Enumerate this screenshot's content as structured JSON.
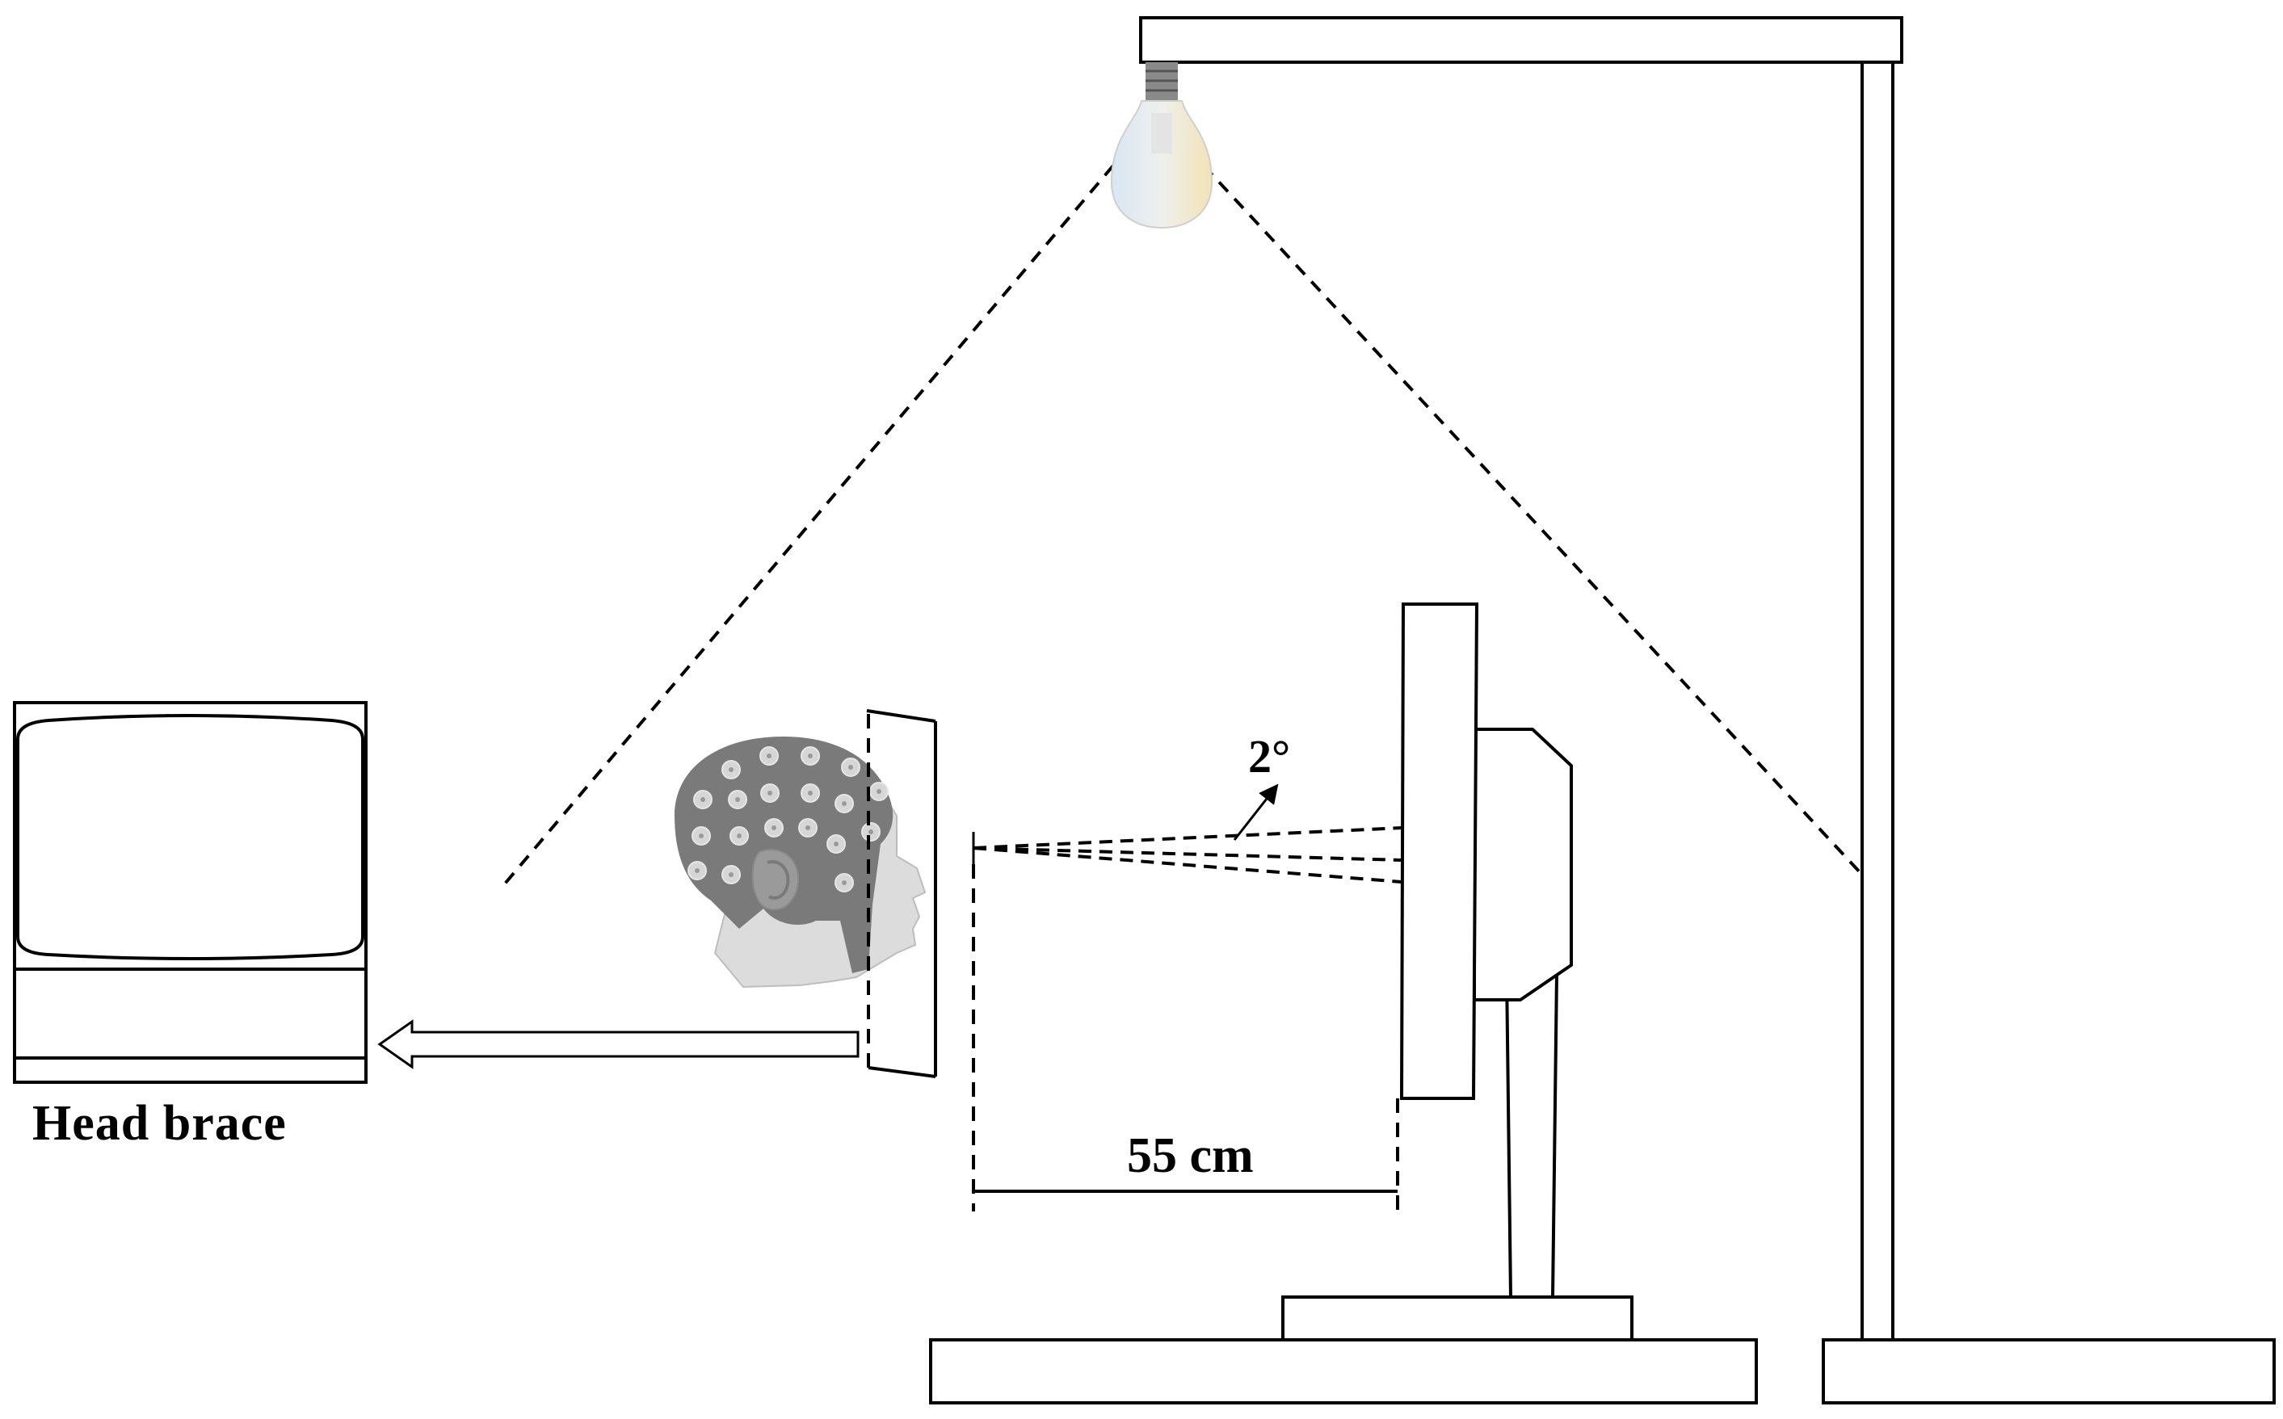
{
  "labels": {
    "head_brace": "Head brace",
    "distance": "55 cm",
    "angle": "2°"
  },
  "colors": {
    "line": "#000000",
    "background": "#ffffff",
    "cap": "#7a7a7a",
    "electrode_ring": "#d4d4d4",
    "skin": "#dcdcdc",
    "bulb_warm": "#f3e3b5",
    "bulb_cool": "#d9e6f2"
  },
  "icons": {
    "lamp": "light-bulb-icon",
    "participant": "eeg-cap-head-icon"
  }
}
